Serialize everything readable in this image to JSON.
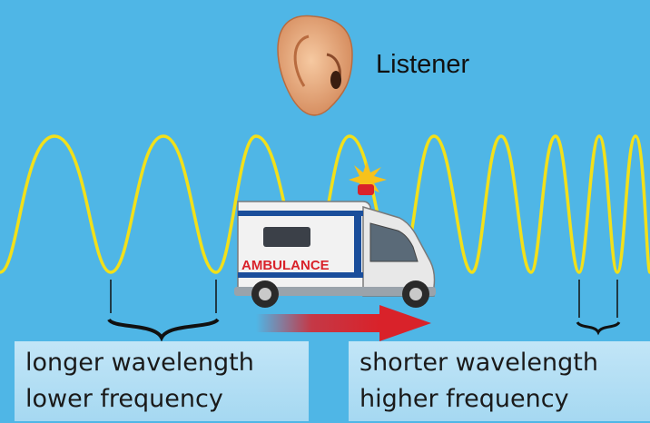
{
  "listener": {
    "label": "Listener"
  },
  "ambulance": {
    "label": "AMBULANCE"
  },
  "captions": {
    "left": {
      "line1": "longer wavelength",
      "line2": "lower frequency"
    },
    "right": {
      "line1": "shorter wavelength",
      "line2": "higher frequency"
    }
  },
  "colors": {
    "background": "#4fb6e6",
    "wave": "#f2e01a",
    "arrow": "#d9222a",
    "ambulance_stripe": "#1a4e9b",
    "ambulance_text": "#d9222a"
  }
}
